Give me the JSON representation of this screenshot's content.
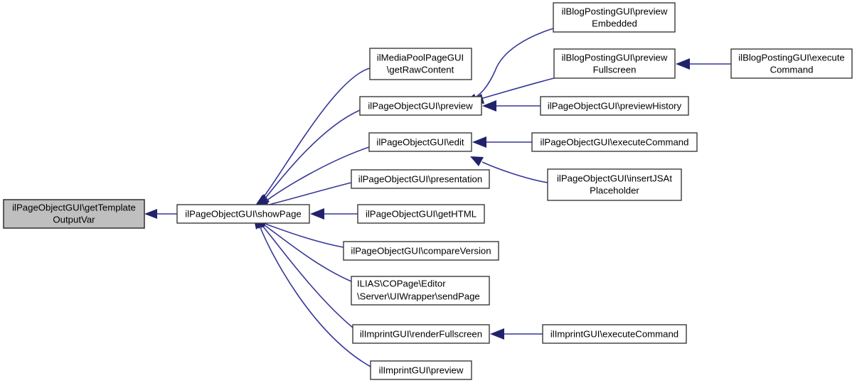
{
  "diagram": {
    "type": "call-graph",
    "title": "",
    "background_color": "#ffffff",
    "edge_color": "#37379a",
    "arrowhead_color": "#22226b",
    "node_fill": "#ffffff",
    "node_border": "#3a3a3a",
    "highlight_fill": "#bfbfbf",
    "nodes": [
      {
        "id": "getTemplateOutputVar",
        "lines": [
          "ilPageObjectGUI\\getTemplate",
          "OutputVar"
        ],
        "highlighted": true,
        "align": "center"
      },
      {
        "id": "showPage",
        "lines": [
          "ilPageObjectGUI\\showPage"
        ],
        "highlighted": false,
        "align": "center"
      },
      {
        "id": "getRawContent",
        "lines": [
          "ilMediaPoolPageGUI",
          "\\getRawContent"
        ],
        "highlighted": false,
        "align": "center"
      },
      {
        "id": "preview",
        "lines": [
          "ilPageObjectGUI\\preview"
        ],
        "highlighted": false,
        "align": "center"
      },
      {
        "id": "edit",
        "lines": [
          "ilPageObjectGUI\\edit"
        ],
        "highlighted": false,
        "align": "center"
      },
      {
        "id": "presentation",
        "lines": [
          "ilPageObjectGUI\\presentation"
        ],
        "highlighted": false,
        "align": "center"
      },
      {
        "id": "getHTML",
        "lines": [
          "ilPageObjectGUI\\getHTML"
        ],
        "highlighted": false,
        "align": "center"
      },
      {
        "id": "compareVersion",
        "lines": [
          "ilPageObjectGUI\\compareVersion"
        ],
        "highlighted": false,
        "align": "center"
      },
      {
        "id": "sendPage",
        "lines": [
          "ILIAS\\COPage\\Editor",
          "\\Server\\UIWrapper\\sendPage"
        ],
        "highlighted": false,
        "align": "left"
      },
      {
        "id": "renderFullscreen",
        "lines": [
          "ilImprintGUI\\renderFullscreen"
        ],
        "highlighted": false,
        "align": "center"
      },
      {
        "id": "imprintPreview",
        "lines": [
          "ilImprintGUI\\preview"
        ],
        "highlighted": false,
        "align": "center"
      },
      {
        "id": "previewEmbedded",
        "lines": [
          "ilBlogPostingGUI\\preview",
          "Embedded"
        ],
        "highlighted": false,
        "align": "center"
      },
      {
        "id": "previewFullscreen",
        "lines": [
          "ilBlogPostingGUI\\preview",
          "Fullscreen"
        ],
        "highlighted": false,
        "align": "center"
      },
      {
        "id": "blogExecuteCommand",
        "lines": [
          "ilBlogPostingGUI\\execute",
          "Command"
        ],
        "highlighted": false,
        "align": "center"
      },
      {
        "id": "previewHistory",
        "lines": [
          "ilPageObjectGUI\\previewHistory"
        ],
        "highlighted": false,
        "align": "center"
      },
      {
        "id": "pageExecuteCommand",
        "lines": [
          "ilPageObjectGUI\\executeCommand"
        ],
        "highlighted": false,
        "align": "center"
      },
      {
        "id": "insertJSAtPlaceholder",
        "lines": [
          "ilPageObjectGUI\\insertJSAt",
          "Placeholder"
        ],
        "highlighted": false,
        "align": "center"
      },
      {
        "id": "imprintExecuteCommand",
        "lines": [
          "ilImprintGUI\\executeCommand"
        ],
        "highlighted": false,
        "align": "center"
      }
    ],
    "edges": [
      {
        "from": "showPage",
        "to": "getTemplateOutputVar"
      },
      {
        "from": "getRawContent",
        "to": "showPage"
      },
      {
        "from": "preview",
        "to": "showPage"
      },
      {
        "from": "edit",
        "to": "showPage"
      },
      {
        "from": "presentation",
        "to": "showPage"
      },
      {
        "from": "getHTML",
        "to": "showPage"
      },
      {
        "from": "compareVersion",
        "to": "showPage"
      },
      {
        "from": "sendPage",
        "to": "showPage"
      },
      {
        "from": "renderFullscreen",
        "to": "showPage"
      },
      {
        "from": "imprintPreview",
        "to": "showPage"
      },
      {
        "from": "previewEmbedded",
        "to": "preview"
      },
      {
        "from": "previewFullscreen",
        "to": "preview"
      },
      {
        "from": "previewHistory",
        "to": "preview"
      },
      {
        "from": "blogExecuteCommand",
        "to": "previewFullscreen"
      },
      {
        "from": "pageExecuteCommand",
        "to": "edit"
      },
      {
        "from": "insertJSAtPlaceholder",
        "to": "edit"
      },
      {
        "from": "imprintExecuteCommand",
        "to": "renderFullscreen"
      }
    ]
  }
}
